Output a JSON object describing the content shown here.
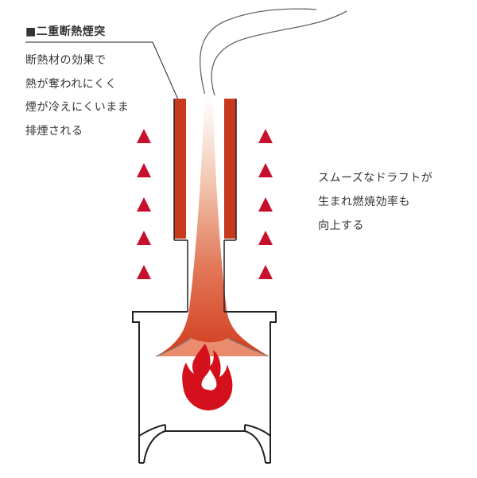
{
  "labels": {
    "double_wall_title": "■二重断熱煙突",
    "insulation_lines": [
      "断熱材の効果で",
      "熱が奪われにくく",
      "煙が冷えにくいまま",
      "排煙される"
    ],
    "draft_lines": [
      "スムーズなドラフトが",
      "生まれ燃焼効率も",
      "向上する"
    ]
  },
  "colors": {
    "insulation_red": "#c9391d",
    "arrow_red": "#c8102e",
    "flame_red": "#d4101c",
    "outline": "#222222",
    "smoke_gray": "#666666",
    "text": "#333333"
  },
  "icons": {
    "up_arrow": "triangle-up",
    "flame": "flame"
  }
}
